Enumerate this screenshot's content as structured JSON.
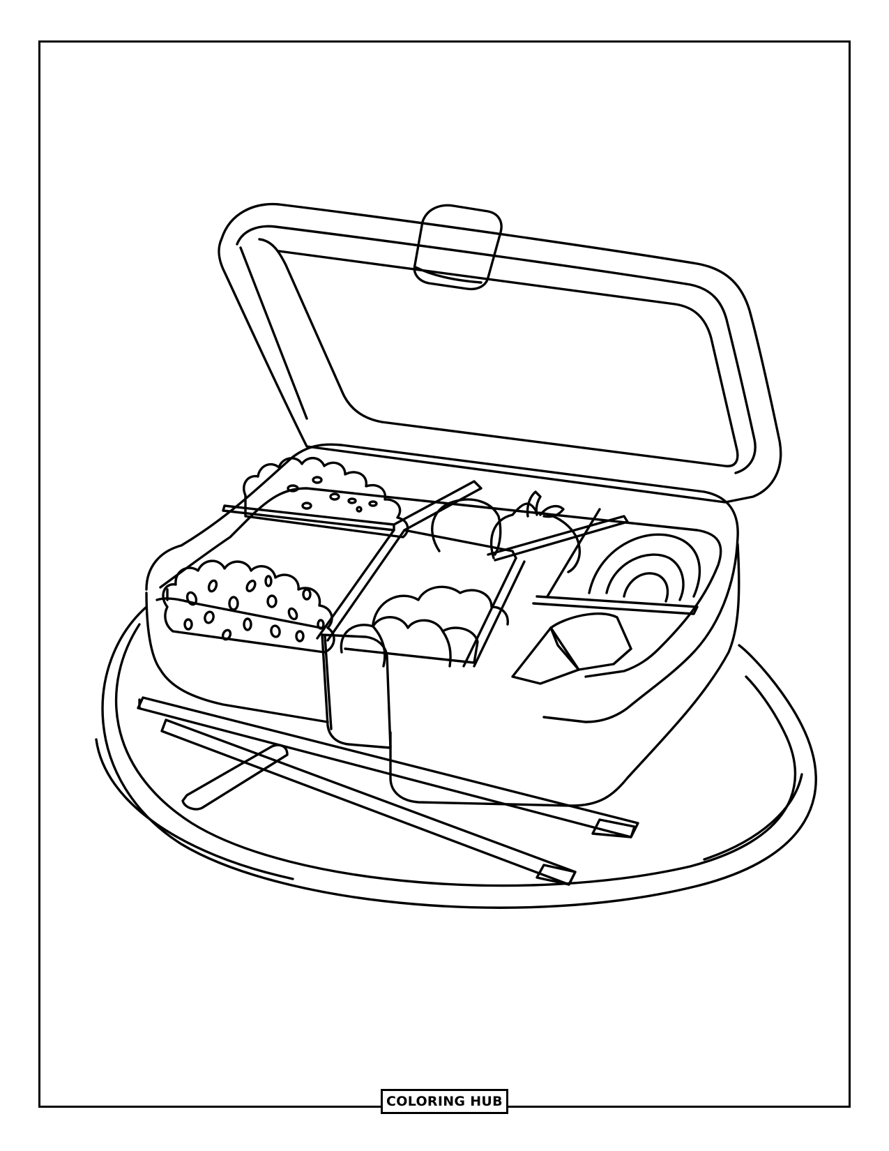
{
  "page": {
    "type": "coloring-page",
    "background_color": "#ffffff",
    "line_color": "#000000"
  },
  "brand": {
    "label": "COLORING HUB"
  },
  "illustration": {
    "subject": "bento-box",
    "parts": [
      "plate",
      "lid",
      "lid-clasp",
      "box-body",
      "strap",
      "rice",
      "apples",
      "rolled-omelette",
      "dumplings",
      "onigiri",
      "chopsticks"
    ]
  }
}
